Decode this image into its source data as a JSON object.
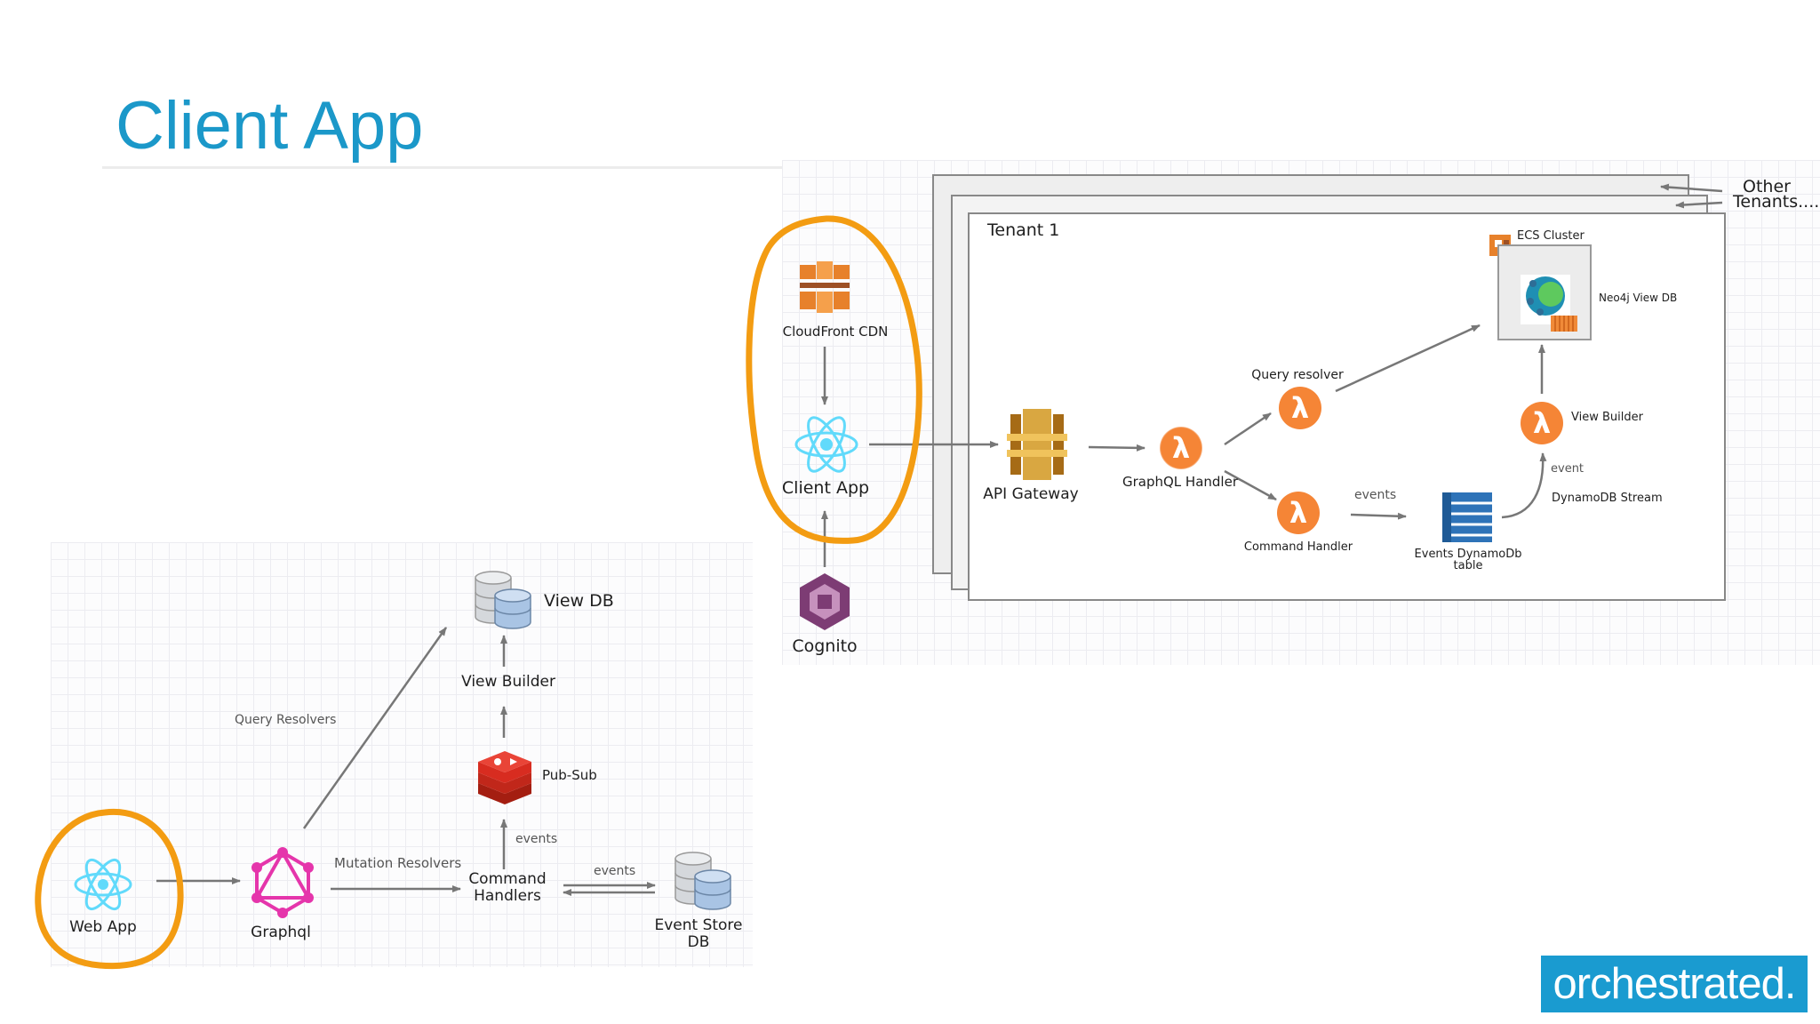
{
  "slide": {
    "title": "Client App"
  },
  "brand": {
    "logo_text": "orchestrated."
  },
  "left_diagram": {
    "web_app": "Web App",
    "graphql": "Graphql",
    "command_handlers": "Command Handlers",
    "event_store_db": "Event Store DB",
    "pub_sub": "Pub-Sub",
    "view_builder": "View Builder",
    "view_db": "View DB",
    "query_resolvers": "Query Resolvers",
    "mutation_resolvers": "Mutation Resolvers",
    "events_up": "events",
    "events_store": "events"
  },
  "right_diagram": {
    "cloudfront": "CloudFront CDN",
    "client_app": "Client App",
    "cognito": "Cognito",
    "other_tenants": "Other Tenants....",
    "tenant": "Tenant 1",
    "api_gateway": "API Gateway",
    "graphql_handler": "GraphQL Handler",
    "query_resolver": "Query resolver",
    "command_handler": "Command Handler",
    "events_label": "events",
    "events_dynamodb": "Events DynamoDb table",
    "dynamodb_stream": "DynamoDB Stream",
    "event_label": "event",
    "view_builder": "View Builder",
    "ecs_cluster": "ECS Cluster",
    "neo4j_view_db": "Neo4j View DB"
  },
  "colors": {
    "title": "#1b98c9",
    "highlight_ring": "#f39c12",
    "lambda": "#f58536",
    "brand_bg": "#1a9bd0",
    "react": "#61dafb",
    "graphql": "#e535ab",
    "redis": "#d82c20",
    "dynamodb": "#2e73b8",
    "cognito": "#7d3c74"
  },
  "icons": [
    "react-icon",
    "graphql-icon",
    "database-icon",
    "redis-icon",
    "cloudfront-icon",
    "cognito-icon",
    "api-gateway-icon",
    "lambda-icon",
    "dynamodb-table-icon",
    "ecs-icon",
    "neo4j-icon"
  ]
}
